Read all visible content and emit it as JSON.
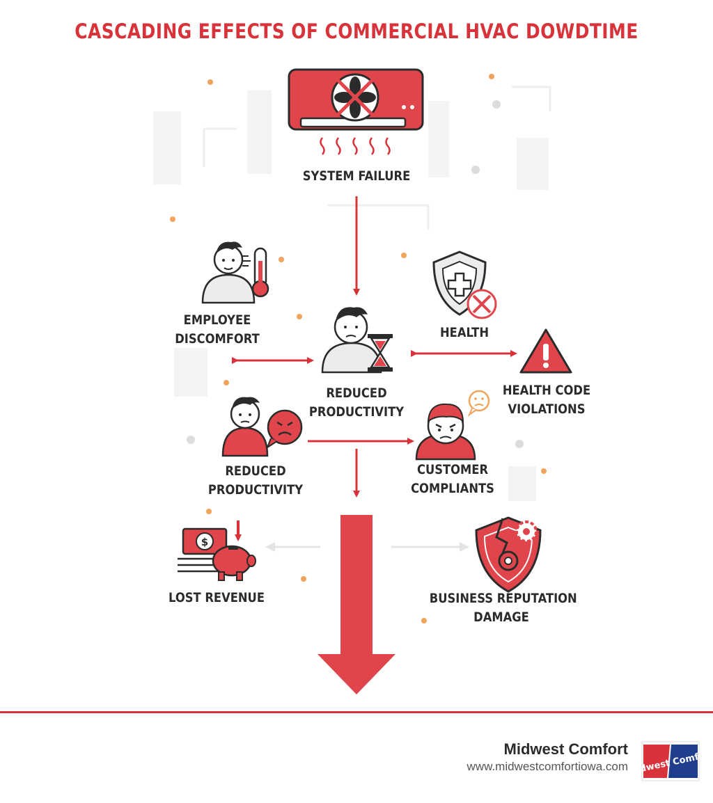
{
  "title": "CASCADING EFFECTS OF COMMERCIAL HVAC DOWDTIME",
  "nodes": {
    "system_failure": "SYSTEM FAILURE",
    "employee_discomfort": [
      "EMPLOYEE",
      "DISCOMFORT"
    ],
    "reduced_productivity_center": [
      "REDUCED",
      "PRODUCTIVITY"
    ],
    "health": "HEALTH",
    "health_code_violations": [
      "HEALTH CODE",
      "VIOLATIONS"
    ],
    "reduced_productivity_left": [
      "REDUCED",
      "PRODUCTIVITY"
    ],
    "customer_compliants": [
      "CUSTOMER",
      "COMPLIANTS"
    ],
    "lost_revenue": "LOST REVENUE",
    "business_reputation_damage": [
      "BUSINESS REPUTATION",
      "DAMAGE"
    ]
  },
  "footer": {
    "company": "Midwest Comfort",
    "url": "www.midwestcomfortiowa.com",
    "logo_text": "Midwest Comfort"
  },
  "colors": {
    "accent": "#d8323a",
    "text": "#2b2b2b",
    "decor": "#f0a35c"
  }
}
